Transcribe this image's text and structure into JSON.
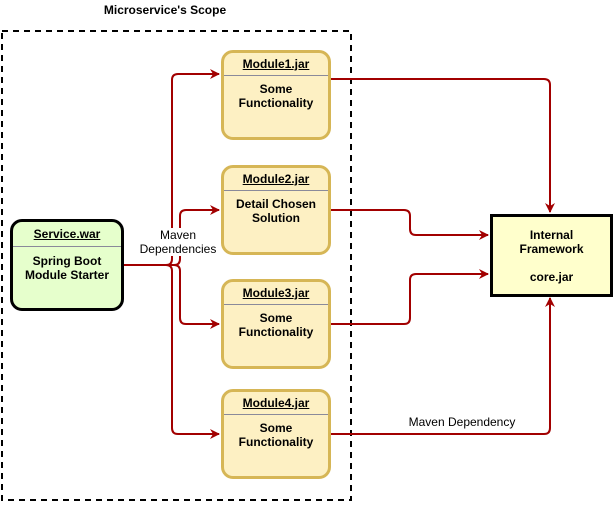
{
  "scope": {
    "title": "Microservice's Scope"
  },
  "service": {
    "name": "Service.war",
    "line1": "Spring Boot",
    "line2": "Module Starter"
  },
  "modules": [
    {
      "name": "Module1.jar",
      "line1": "Some",
      "line2": "Functionality"
    },
    {
      "name": "Module2.jar",
      "line1": "Detail Chosen",
      "line2": "Solution"
    },
    {
      "name": "Module3.jar",
      "line1": "Some",
      "line2": "Functionality"
    },
    {
      "name": "Module4.jar",
      "line1": "Some",
      "line2": "Functionality"
    }
  ],
  "core": {
    "line1": "Internal",
    "line2": "Framework",
    "line3": "core.jar"
  },
  "edge_labels": {
    "maven_dependencies_1": "Maven",
    "maven_dependencies_2": "Dependencies",
    "maven_dependency": "Maven Dependency"
  },
  "colors": {
    "arrow": "#a20000",
    "module_fill": "#fdf0c3",
    "module_stroke": "#d6b656",
    "service_fill": "#e6ffcc",
    "core_fill": "#ffffcc"
  }
}
